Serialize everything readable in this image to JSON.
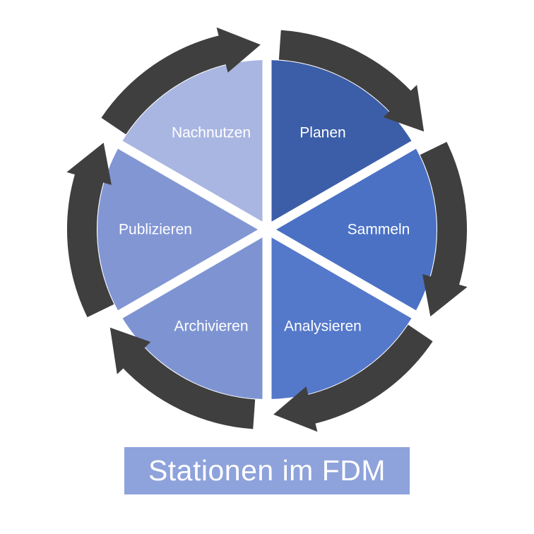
{
  "diagram": {
    "type": "cycle",
    "direction": "clockwise",
    "title": "Stationen im FDM",
    "colors": {
      "background": "#FFFFFF",
      "ring": "#3F3F3F",
      "divider": "#FFFFFF",
      "title_bg": "#8EA2DB",
      "title_text": "#FFFFFF",
      "label_text": "#FFFFFF"
    },
    "segments": [
      {
        "label": "Planen",
        "color": "#3C5EA8"
      },
      {
        "label": "Sammeln",
        "color": "#4A71C4"
      },
      {
        "label": "Analysieren",
        "color": "#5478CA"
      },
      {
        "label": "Archivieren",
        "color": "#7E94D2"
      },
      {
        "label": "Publizieren",
        "color": "#8296D4"
      },
      {
        "label": "Nachnutzen",
        "color": "#A9B6E1"
      }
    ]
  }
}
